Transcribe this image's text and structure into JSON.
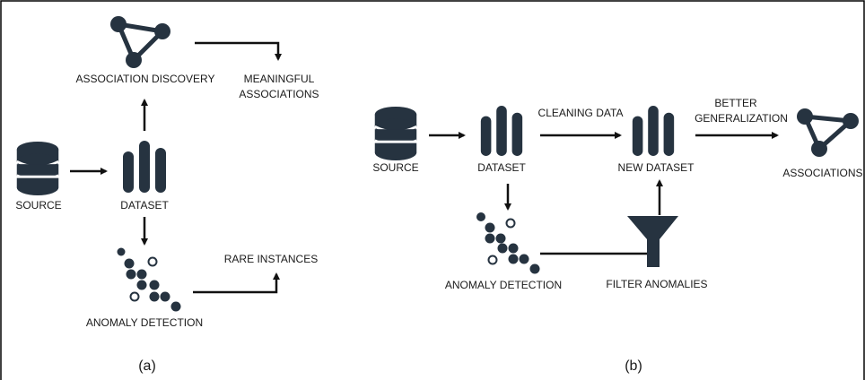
{
  "panel_a": {
    "caption": "(a)",
    "source_label": "SOURCE",
    "dataset_label": "DATASET",
    "association_label": "ASSOCIATION DISCOVERY",
    "meaningful_label_1": "MEANINGFUL",
    "meaningful_label_2": "ASSOCIATIONS",
    "anomaly_label": "ANOMALY DETECTION",
    "rare_label": "RARE INSTANCES"
  },
  "panel_b": {
    "caption": "(b)",
    "source_label": "SOURCE",
    "dataset_label": "DATASET",
    "cleaning_label": "CLEANING DATA",
    "new_dataset_label": "NEW DATASET",
    "better_label_1": "BETTER",
    "better_label_2": "GENERALIZATION",
    "associations_label": "ASSOCIATIONS",
    "anomaly_label": "ANOMALY DETECTION",
    "filter_label": "FILTER ANOMALIES"
  },
  "colors": {
    "icon": "#263340",
    "line": "#111111",
    "border": "#000000"
  }
}
